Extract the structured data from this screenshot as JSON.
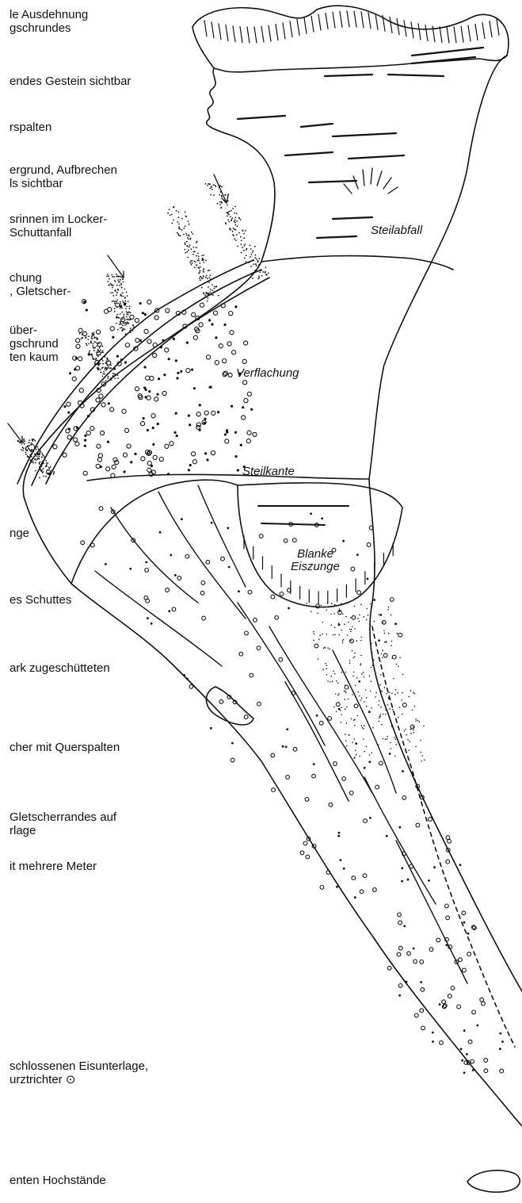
{
  "left_captions": [
    [
      "le Ausdehnung",
      "gschrundes"
    ],
    [
      "endes Gestein sichtbar"
    ],
    [
      "rspalten"
    ],
    [
      "ergrund, Aufbrechen",
      "ls sichtbar"
    ],
    [
      "srinnen im Locker-",
      "Schuttanfall"
    ],
    [
      "chung",
      ", Gletscher-"
    ],
    [
      "über-",
      "gschrund",
      "ten kaum"
    ],
    [
      "nge"
    ],
    [
      "es Schuttes"
    ],
    [
      "ark zugeschütteten"
    ],
    [
      "cher mit Querspalten"
    ],
    [
      "Gletscherrandes auf",
      "rlage"
    ],
    [
      "it mehrere Meter"
    ],
    [
      "schlossenen Eisunterlage,",
      "urztrichter ⊙"
    ],
    [
      "enten Hochstände"
    ]
  ],
  "diagram_labels": {
    "steilabfall": "Steilabfall",
    "verflachung": "Verflachung",
    "steilkante": "Steilkante",
    "blanke_1": "Blanke",
    "blanke_2": "Eiszunge"
  },
  "colors": {
    "ink": "#111111",
    "background": "#ffffff"
  }
}
